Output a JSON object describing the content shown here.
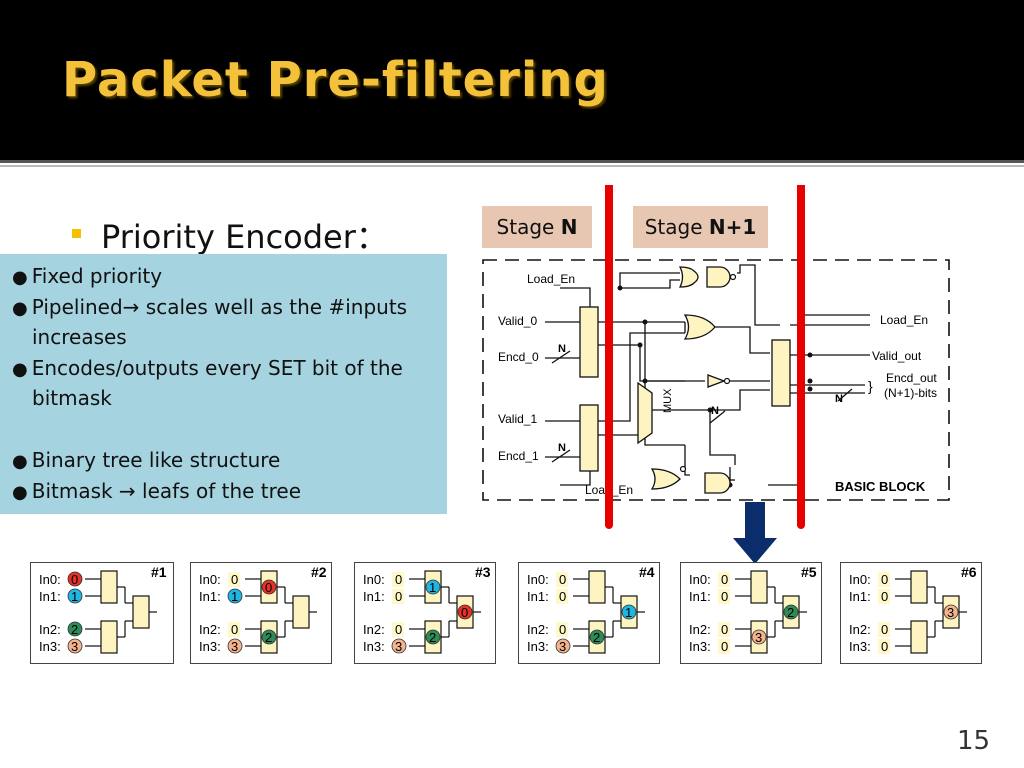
{
  "title": "Packet Pre-filtering",
  "bullet": "Priority Encoder：",
  "info": {
    "l1": "Fixed priority",
    "l2": "Pipelined→ scales well as the #inputs",
    "l2b": "increases",
    "l3": "Encodes/outputs every SET bit of the",
    "l3b": "bitmask",
    "l4": "Binary tree like structure",
    "l5": "Bitmask → leafs of the tree"
  },
  "stages": {
    "n_prefix": "Stage ",
    "n_bold": "N",
    "n1_prefix": "Stage ",
    "n1_bold": "N+1"
  },
  "circuit": {
    "load_en_top": "Load_En",
    "valid_0": "Valid_0",
    "encd_0": "Encd_0",
    "valid_1": "Valid_1",
    "encd_1": "Encd_1",
    "load_en_bottom": "Load_En",
    "load_en_right": "Load_En",
    "valid_out": "Valid_out",
    "encd_out": "Encd_out",
    "encd_out_bits": "(N+1)-bits",
    "n": "N",
    "mux": "MUX",
    "basic_block": "BASIC BLOCK"
  },
  "trees": [
    {
      "tag": "#1",
      "inputs": [
        {
          "label": "In0:",
          "value": "0",
          "type": "red"
        },
        {
          "label": "In1:",
          "value": "1",
          "type": "cyan"
        },
        {
          "label": "In2:",
          "value": "2",
          "type": "green"
        },
        {
          "label": "In3:",
          "value": "3",
          "type": "peach"
        }
      ],
      "nodes": []
    },
    {
      "tag": "#2",
      "inputs": [
        {
          "label": "In0:",
          "value": "0",
          "type": "plain"
        },
        {
          "label": "In1:",
          "value": "1",
          "type": "cyan"
        },
        {
          "label": "In2:",
          "value": "0",
          "type": "plain"
        },
        {
          "label": "In3:",
          "value": "3",
          "type": "peach"
        }
      ],
      "nodes": [
        {
          "pos": "top",
          "value": "0",
          "type": "red"
        },
        {
          "pos": "bot",
          "value": "2",
          "type": "green"
        }
      ]
    },
    {
      "tag": "#3",
      "inputs": [
        {
          "label": "In0:",
          "value": "0",
          "type": "plain"
        },
        {
          "label": "In1:",
          "value": "0",
          "type": "plain"
        },
        {
          "label": "In2:",
          "value": "0",
          "type": "plain"
        },
        {
          "label": "In3:",
          "value": "3",
          "type": "peach"
        }
      ],
      "nodes": [
        {
          "pos": "top",
          "value": "1",
          "type": "cyan"
        },
        {
          "pos": "bot",
          "value": "2",
          "type": "green"
        },
        {
          "pos": "root",
          "value": "0",
          "type": "red"
        }
      ]
    },
    {
      "tag": "#4",
      "inputs": [
        {
          "label": "In0:",
          "value": "0",
          "type": "plain"
        },
        {
          "label": "In1:",
          "value": "0",
          "type": "plain"
        },
        {
          "label": "In2:",
          "value": "0",
          "type": "plain"
        },
        {
          "label": "In3:",
          "value": "3",
          "type": "peach"
        }
      ],
      "nodes": [
        {
          "pos": "bot",
          "value": "2",
          "type": "green"
        },
        {
          "pos": "root",
          "value": "1",
          "type": "cyan"
        }
      ]
    },
    {
      "tag": "#5",
      "inputs": [
        {
          "label": "In0:",
          "value": "0",
          "type": "plain"
        },
        {
          "label": "In1:",
          "value": "0",
          "type": "plain"
        },
        {
          "label": "In2:",
          "value": "0",
          "type": "plain"
        },
        {
          "label": "In3:",
          "value": "0",
          "type": "plain"
        }
      ],
      "nodes": [
        {
          "pos": "bot",
          "value": "3",
          "type": "peach"
        },
        {
          "pos": "root",
          "value": "2",
          "type": "green"
        }
      ]
    },
    {
      "tag": "#6",
      "inputs": [
        {
          "label": "In0:",
          "value": "0",
          "type": "plain"
        },
        {
          "label": "In1:",
          "value": "0",
          "type": "plain"
        },
        {
          "label": "In2:",
          "value": "0",
          "type": "plain"
        },
        {
          "label": "In3:",
          "value": "0",
          "type": "plain"
        }
      ],
      "nodes": [
        {
          "pos": "root",
          "value": "3",
          "type": "peach"
        }
      ]
    }
  ],
  "colors": {
    "red": "#e8302a",
    "cyan": "#1fb6e4",
    "green": "#2e8b57",
    "peach": "#f6b48e",
    "plain": "#fff8c8",
    "title": "#f3c23a",
    "stage_line": "#e00000",
    "arrow": "#0b2d6b"
  },
  "slide_number": "15"
}
